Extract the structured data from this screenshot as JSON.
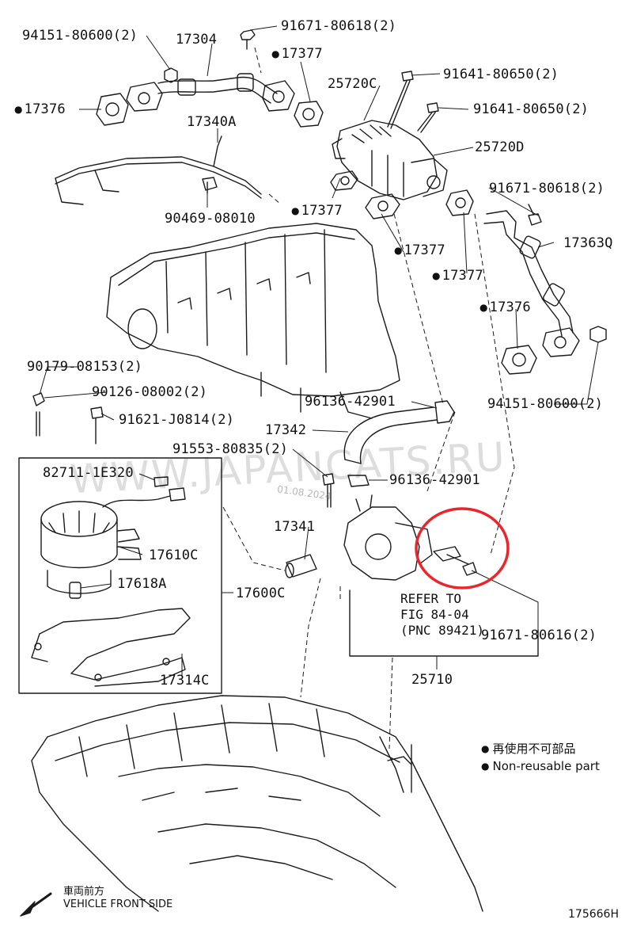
{
  "diagram": {
    "part_labels": [
      {
        "id": "p1",
        "text": "94151-80600(2)",
        "non_reusable": false
      },
      {
        "id": "p2",
        "text": "17304",
        "non_reusable": false
      },
      {
        "id": "p3",
        "text": "91671-80618(2)",
        "non_reusable": false
      },
      {
        "id": "p4",
        "text": "17377",
        "non_reusable": true
      },
      {
        "id": "p5",
        "text": "25720C",
        "non_reusable": false
      },
      {
        "id": "p6",
        "text": "91641-80650(2)",
        "non_reusable": false
      },
      {
        "id": "p7",
        "text": "17376",
        "non_reusable": true
      },
      {
        "id": "p8",
        "text": "17340A",
        "non_reusable": false
      },
      {
        "id": "p9",
        "text": "91641-80650(2)",
        "non_reusable": false
      },
      {
        "id": "p10",
        "text": "25720D",
        "non_reusable": false
      },
      {
        "id": "p11",
        "text": "91671-80618(2)",
        "non_reusable": false
      },
      {
        "id": "p12",
        "text": "17377",
        "non_reusable": true
      },
      {
        "id": "p13",
        "text": "90469-08010",
        "non_reusable": false
      },
      {
        "id": "p14",
        "text": "17363Q",
        "non_reusable": false
      },
      {
        "id": "p15",
        "text": "17377",
        "non_reusable": true
      },
      {
        "id": "p16",
        "text": "17377",
        "non_reusable": true
      },
      {
        "id": "p17",
        "text": "17376",
        "non_reusable": true
      },
      {
        "id": "p18",
        "text": "90179-08153(2)",
        "non_reusable": false
      },
      {
        "id": "p19",
        "text": "90126-08002(2)",
        "non_reusable": false
      },
      {
        "id": "p20",
        "text": "96136-42901",
        "non_reusable": false
      },
      {
        "id": "p21",
        "text": "94151-80600(2)",
        "non_reusable": false
      },
      {
        "id": "p22",
        "text": "91621-J0814(2)",
        "non_reusable": false
      },
      {
        "id": "p23",
        "text": "17342",
        "non_reusable": false
      },
      {
        "id": "p24",
        "text": "91553-80835(2)",
        "non_reusable": false
      },
      {
        "id": "p25",
        "text": "82711-1E320",
        "non_reusable": false
      },
      {
        "id": "p26",
        "text": "96136-42901",
        "non_reusable": false
      },
      {
        "id": "p27",
        "text": "17341",
        "non_reusable": false
      },
      {
        "id": "p28",
        "text": "17610C",
        "non_reusable": false
      },
      {
        "id": "p29",
        "text": "17618A",
        "non_reusable": false
      },
      {
        "id": "p30",
        "text": "17600C",
        "non_reusable": false
      },
      {
        "id": "p31",
        "text": "91671-80616(2)",
        "non_reusable": false
      },
      {
        "id": "p32",
        "text": "17314C",
        "non_reusable": false
      },
      {
        "id": "p33",
        "text": "25710",
        "non_reusable": false
      }
    ],
    "refer_note": [
      "REFER TO",
      "FIG 84-04",
      "(PNC 89421)"
    ],
    "legend": {
      "symbol": "●",
      "line_ja": "再使用不可部品",
      "line_en": "Non-reusable part"
    },
    "front_indicator": {
      "line_ja": "車両前方",
      "line_en": "VEHICLE FRONT SIDE"
    },
    "image_id": "175666H",
    "watermark": "WWW.JAPANCATS.RU",
    "date_stamp": "01.08.2024",
    "highlight": {
      "color": "#e8262b",
      "target": "91671-80616(2)"
    },
    "colors": {
      "ink": "#111111",
      "highlight": "#e8262b"
    }
  }
}
